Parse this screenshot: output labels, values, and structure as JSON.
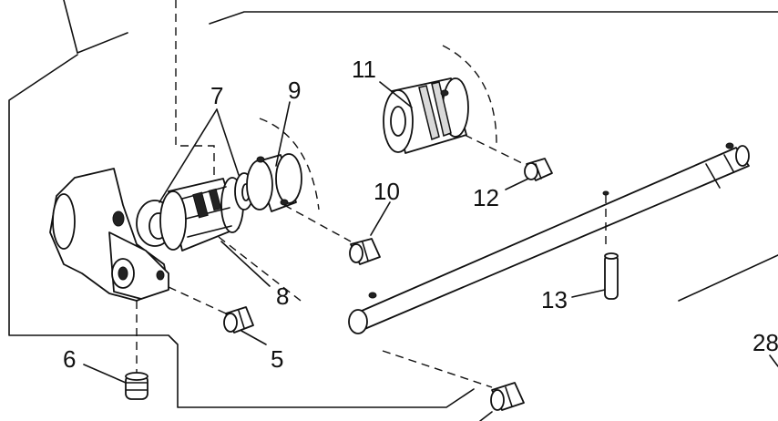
{
  "diagram": {
    "labels": {
      "l5": "5",
      "l6": "6",
      "l7": "7",
      "l8": "8",
      "l9": "9",
      "l10": "10",
      "l11": "11",
      "l12": "12",
      "l13": "13",
      "l28": "28"
    }
  }
}
